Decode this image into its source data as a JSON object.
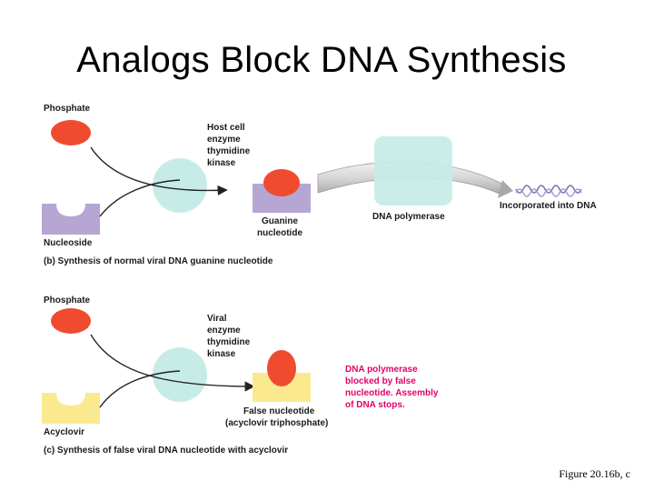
{
  "title": "Analogs Block DNA Synthesis",
  "caption": "Figure 20.16b, c",
  "panel_b": {
    "phosphate": "Phosphate",
    "nucleoside": "Nucleoside",
    "enzyme_lines": [
      "Host cell",
      "enzyme",
      "thymidine",
      "kinase"
    ],
    "product_lines": [
      "Guanine",
      "nucleotide"
    ],
    "polymerase": "DNA polymerase",
    "incorporated": "Incorporated into DNA",
    "legend": "(b) Synthesis of normal viral DNA guanine nucleotide"
  },
  "panel_c": {
    "phosphate": "Phosphate",
    "analog": "Acyclovir",
    "enzyme_lines": [
      "Viral",
      "enzyme",
      "thymidine",
      "kinase"
    ],
    "product_lines": [
      "False nucleotide",
      "(acyclovir triphosphate)"
    ],
    "blocked_lines": [
      "DNA polymerase",
      "blocked by false",
      "nucleotide. Assembly",
      "of DNA stops."
    ],
    "legend": "(c) Synthesis of false viral DNA nucleotide with acyclovir"
  },
  "colors": {
    "phosphate": "#f04a2f",
    "nucleoside": "#b6a6d4",
    "acyclovir": "#fbe98f",
    "enzyme": "#c7ece8",
    "polymerase": "#c7ece8",
    "blocked_text": "#e3006b"
  }
}
